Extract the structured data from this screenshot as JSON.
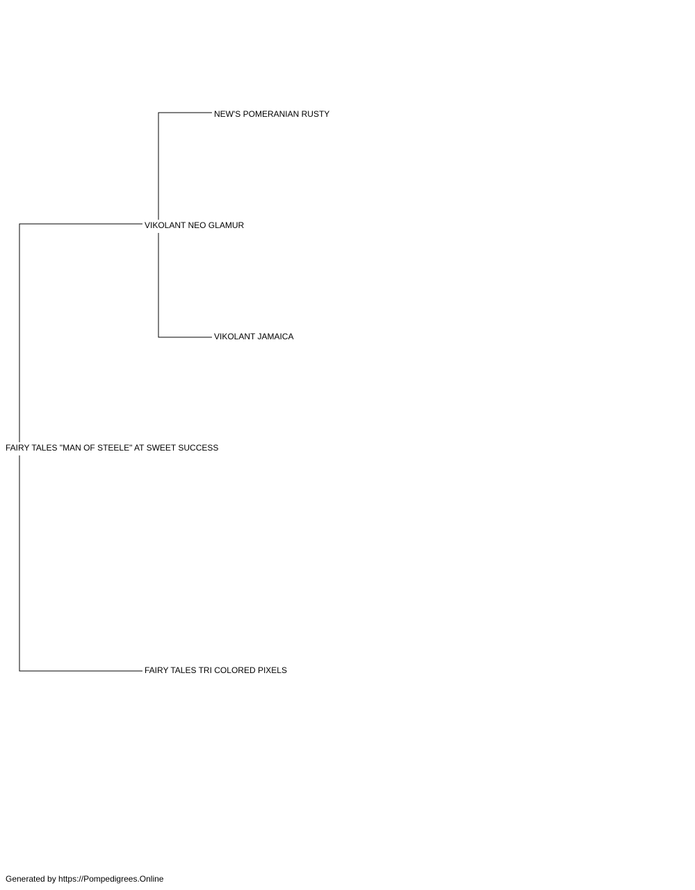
{
  "pedigree": {
    "subject": "FAIRY TALES \"MAN OF STEELE\" AT SWEET SUCCESS",
    "sire": "VIKOLANT NEO GLAMUR",
    "dam": "FAIRY TALES TRI COLORED PIXELS",
    "sire_sire": "NEW'S POMERANIAN RUSTY",
    "sire_dam": "VIKOLANT JAMAICA"
  },
  "footer": {
    "text": "Generated by https://Pompedigrees.Online"
  }
}
